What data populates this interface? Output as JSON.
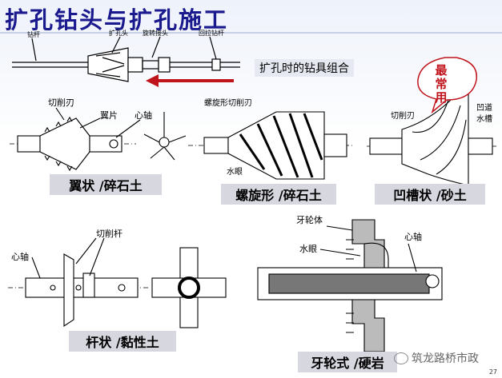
{
  "title": "扩孔钻头与扩孔施工",
  "combo_caption": "扩孔时的钻具组合",
  "combo_parts": [
    "钻杆",
    "扩孔头",
    "旋转接头",
    "回拉钻杆"
  ],
  "badge": "最常用",
  "wing": {
    "label": "翼状 /碎石土",
    "tags": [
      "切削刃",
      "翼片",
      "心轴"
    ]
  },
  "spiral": {
    "label": "螺旋形 /碎石土",
    "tags": [
      "螺旋形切削刃",
      "水眼"
    ]
  },
  "groove": {
    "label": "凹槽状 /砂土",
    "tags": [
      "切削刃",
      "凹道",
      "水槽"
    ]
  },
  "rod": {
    "label": "杆状 /黏性土",
    "tags": [
      "心轴",
      "切削杆"
    ]
  },
  "gear": {
    "label": "牙轮式 /硬岩",
    "tags": [
      "牙轮体",
      "水眼",
      "心轴"
    ]
  },
  "page_number": "27",
  "watermark": "筑龙路桥市政",
  "colors": {
    "title": "#1a1a8e",
    "arrow": "#c0141c",
    "badge": "#c0141c",
    "label_bg": "#d7d7e0"
  }
}
